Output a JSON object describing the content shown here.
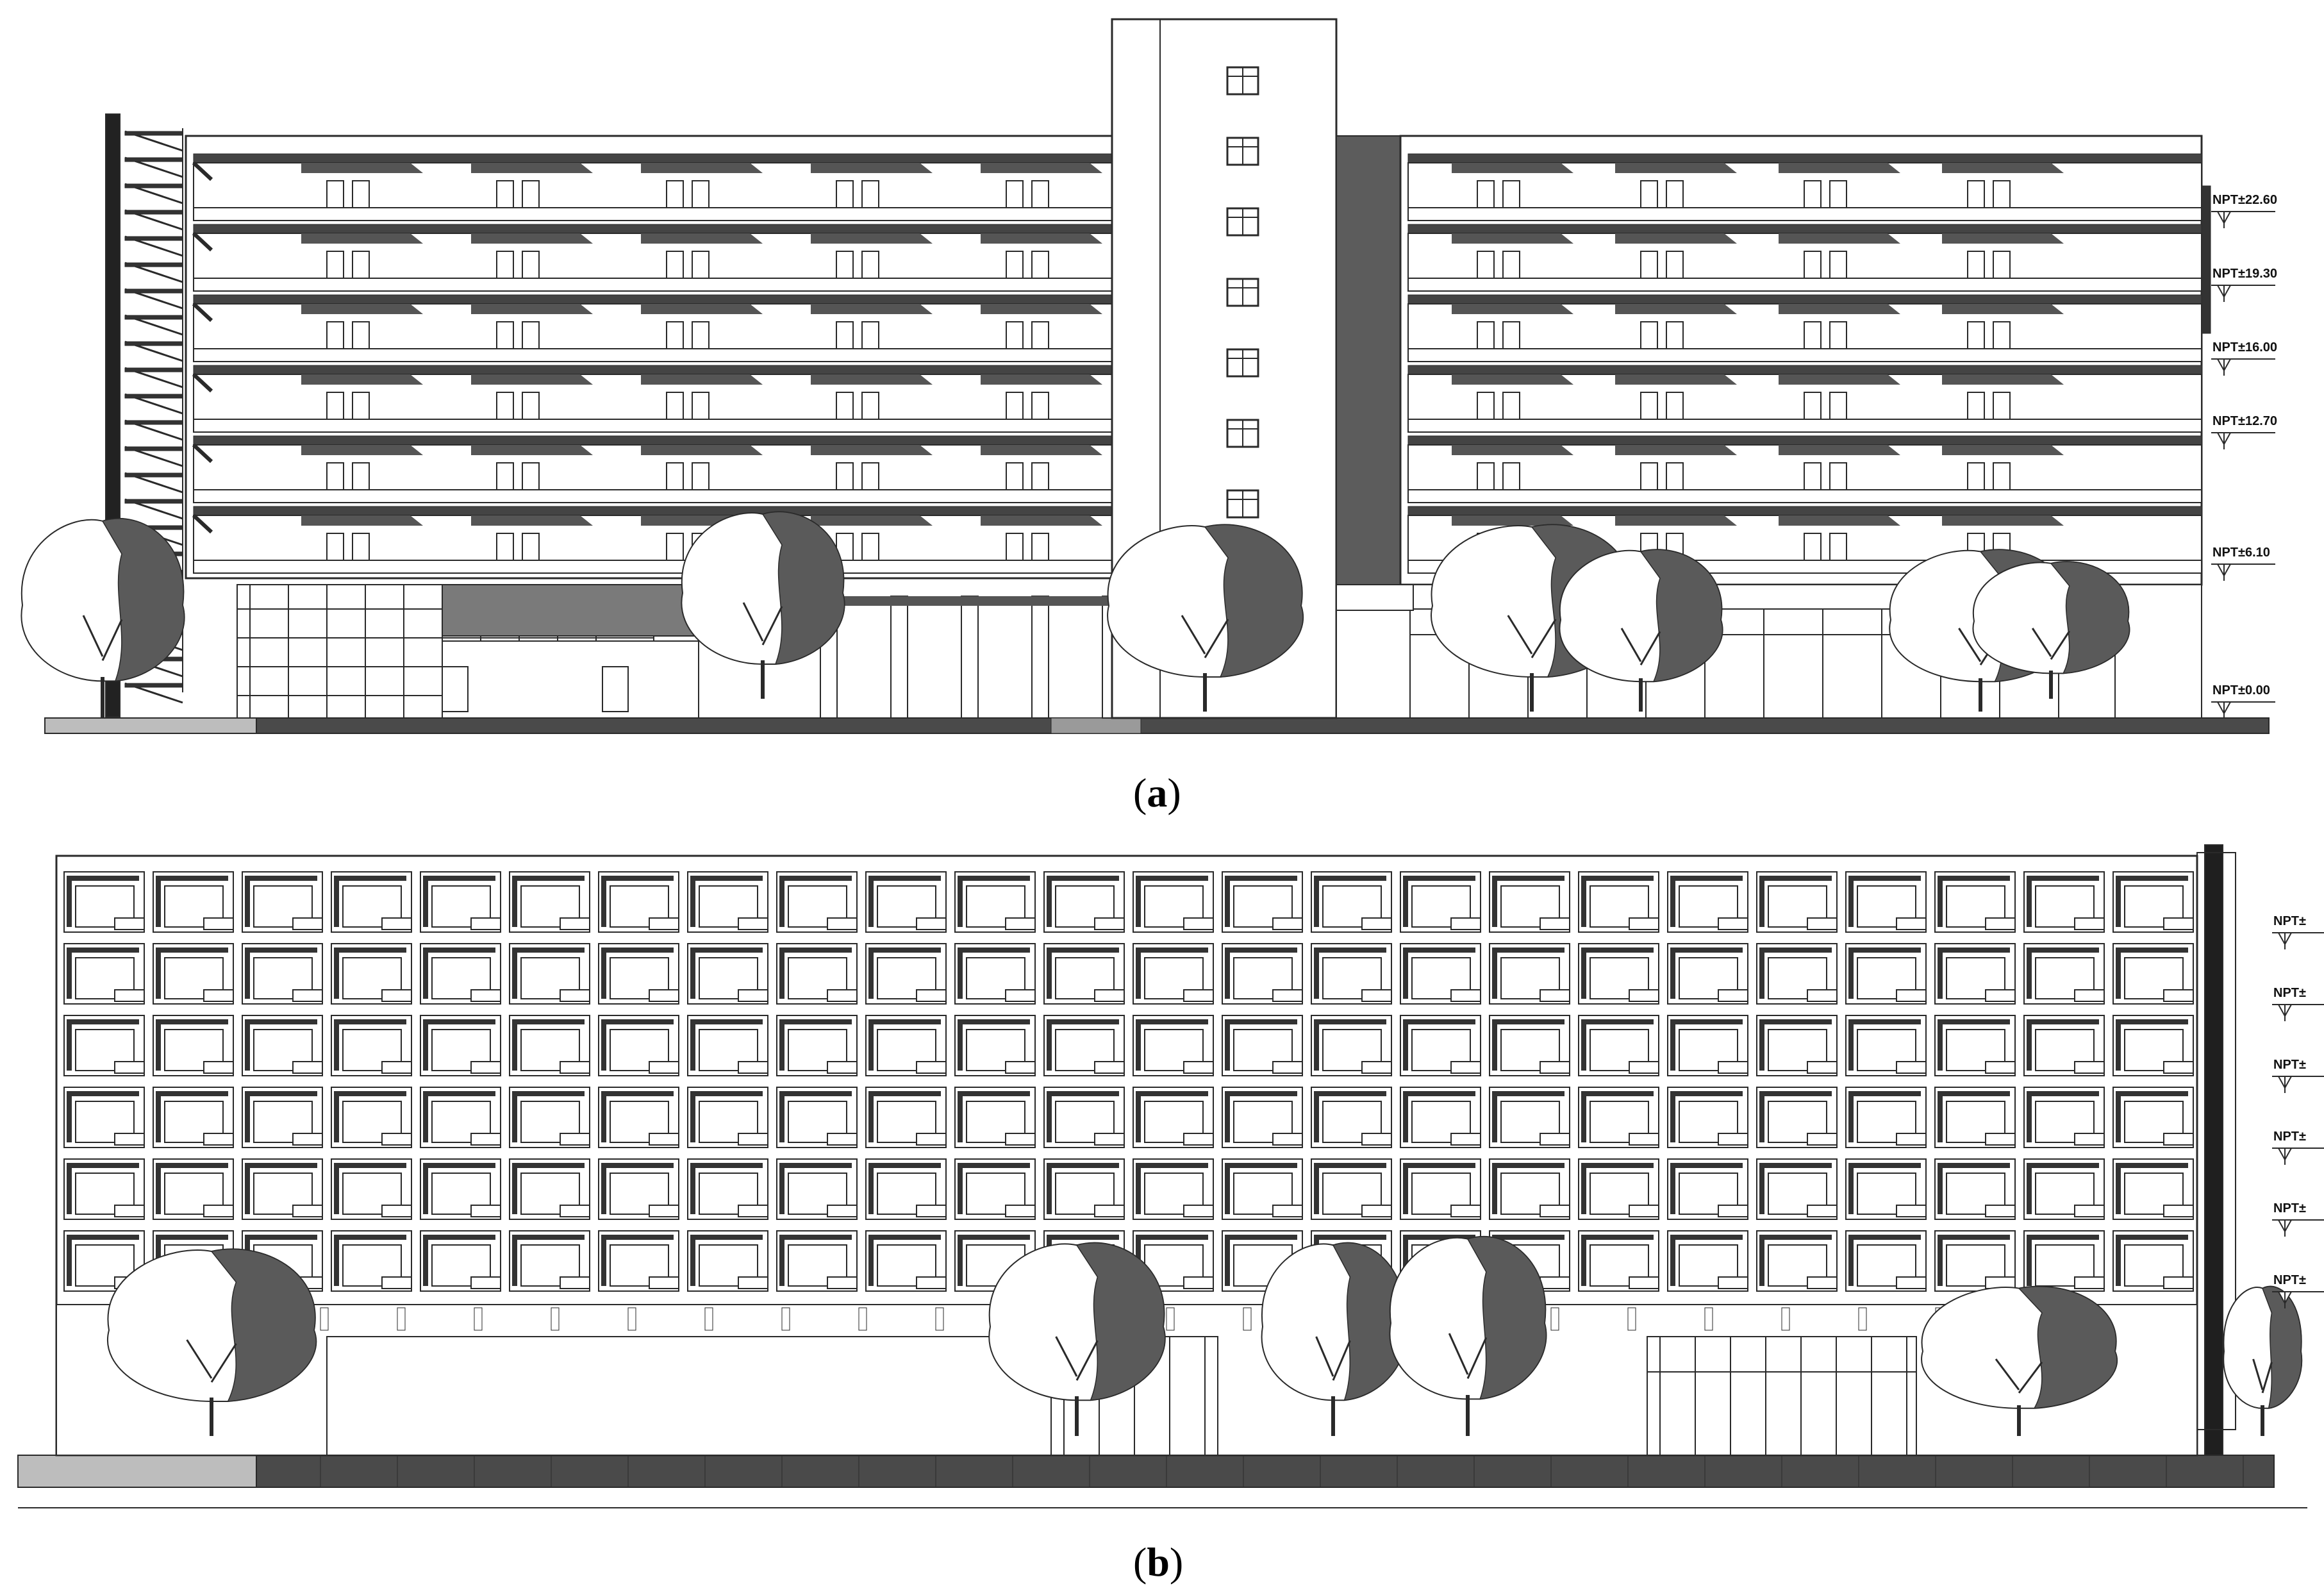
{
  "figure": {
    "panels": [
      {
        "id": "a",
        "caption_open": "(",
        "caption_letter": "a",
        "caption_close": ")",
        "floors": 6,
        "level_labels": [
          "NPT±22.60",
          "NPT±19.30",
          "NPT±16.00",
          "NPT±12.70",
          "NPT±6.10",
          "NPT±0.00"
        ]
      },
      {
        "id": "b",
        "caption_open": "(",
        "caption_letter": "b",
        "caption_close": ")",
        "floors": 6,
        "bays": 24,
        "level_labels": [
          "NPT±",
          "NPT±",
          "NPT±",
          "NPT±",
          "NPT±",
          "NPT±"
        ]
      }
    ],
    "colors": {
      "line": "#2a2a2a",
      "shade": "#5a5a5a",
      "ground": "#4a4a4a",
      "light_ground": "#bdbdbd",
      "paper": "#ffffff"
    }
  }
}
